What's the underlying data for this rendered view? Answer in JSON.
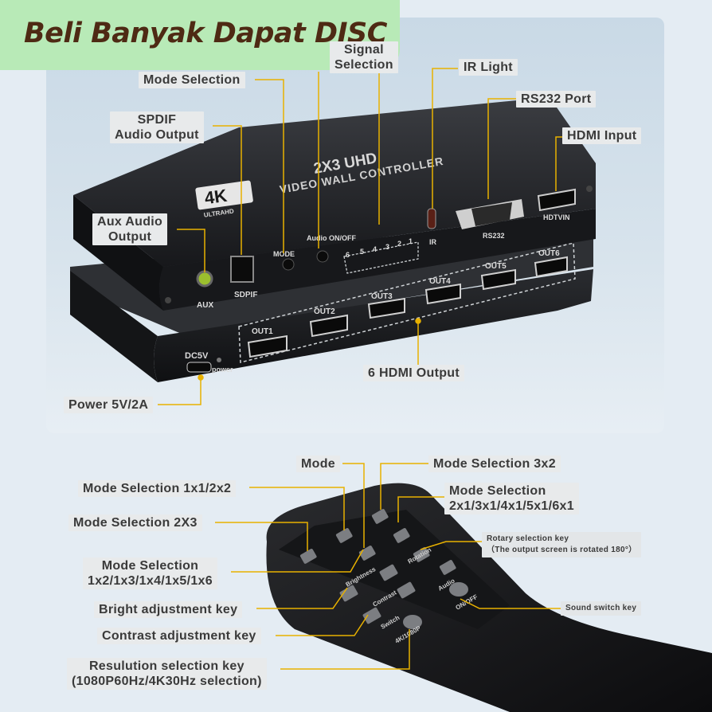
{
  "banner": {
    "text": "Beli Banyak Dapat DISC"
  },
  "device": {
    "title_line1": "2X3 UHD",
    "title_line2": "VIDEO WALL CONTROLLER",
    "badge_big": "4K",
    "badge_small": "ULTRAHD",
    "top_ports": {
      "aux": "AUX",
      "spdif": "SDPIF",
      "mode": "MODE",
      "audio": "Audio ON/OFF",
      "ir": "IR",
      "rs232": "RS232",
      "hdmi_in": "HDTVIN"
    },
    "signal_digits": [
      "6",
      "5",
      "4",
      "3",
      "2",
      "1"
    ],
    "outputs": [
      "OUT1",
      "OUT2",
      "OUT3",
      "OUT4",
      "OUT5",
      "OUT6"
    ],
    "dc": "DC5V",
    "power": "power"
  },
  "labels": {
    "signal_selection": "Signal\nSelection",
    "mode_selection": "Mode Selection",
    "ir_light": "IR Light",
    "rs232_port": "RS232 Port",
    "spdif_output": "SPDIF\nAudio Output",
    "hdmi_input": "HDMI  Input",
    "aux_output": "Aux Audio\nOutput",
    "hdmi_output": "6 HDMI Output",
    "power": "Power 5V/2A"
  },
  "remote_labels": {
    "mode": "Mode",
    "mode_3x2": "Mode Selection 3x2",
    "mode_1x1": "Mode Selection 1x1/2x2",
    "mode_2x1": "Mode Selection\n2x1/3x1/4x1/5x1/6x1",
    "mode_2x3": "Mode Selection 2X3",
    "rotary": "Rotary selection key\n（The output screen is rotated 180°）",
    "mode_1x2": "Mode Selection\n1x2/1x3/1x4/1x5/1x6",
    "bright": "Bright adjustment key",
    "sound": "Sound switch key",
    "contrast": "Contrast adjustment key",
    "resolution": "Resulution selection key\n(1080P60Hz/4K30Hz selection)"
  },
  "remote": {
    "brightness": "Brightness",
    "contrast": "Contrast",
    "switch": "Switch",
    "res": "4K/1080P",
    "audio": "Audio",
    "onoff": "ON/OFF",
    "rotate": "Rotation"
  },
  "colors": {
    "leader": "#e8b100",
    "device": "#1e1f22",
    "label_bg": "#e8eaeb"
  }
}
